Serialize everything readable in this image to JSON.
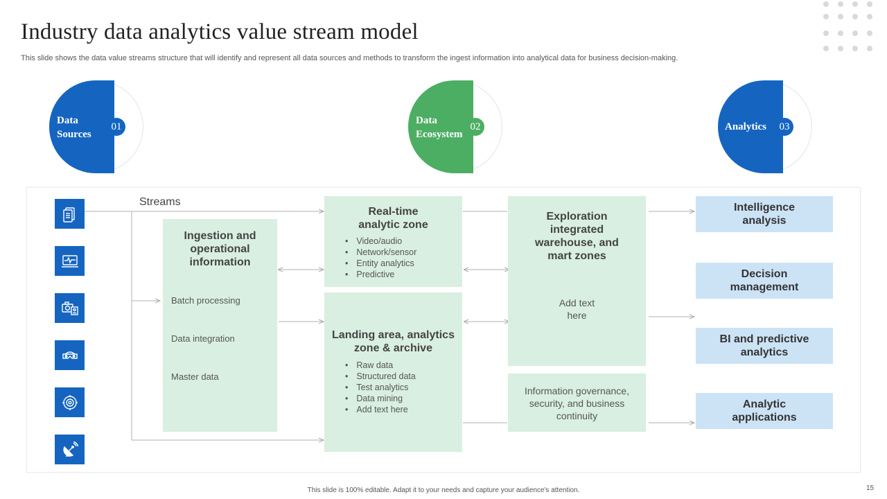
{
  "slide": {
    "title": "Industry data analytics value stream model",
    "subtitle": "This slide shows the data value streams structure that will identify and represent all data sources and methods to transform the ingest information into analytical data for business decision-making.",
    "footer": "This slide is 100% editable. Adapt it to your needs and capture your audience's attention.",
    "page_number": "15"
  },
  "stages": [
    {
      "label_line1": "Data",
      "label_line2": "Sources",
      "number": "01",
      "color": "#1565c0"
    },
    {
      "label_line1": "Data",
      "label_line2": "Ecosystem",
      "number": "02",
      "color": "#4cae63"
    },
    {
      "label_line1": "Analytics",
      "label_line2": "",
      "number": "03",
      "color": "#1565c0"
    }
  ],
  "source_icons": [
    "document-icon",
    "monitor-pulse-icon",
    "camera-id-icon",
    "vr-headset-icon",
    "gear-cog-icon",
    "satellite-dish-icon"
  ],
  "streams_label": "Streams",
  "ingestion": {
    "title": "Ingestion and operational information",
    "items": [
      "Batch processing",
      "Data integration",
      "Master data"
    ]
  },
  "realtime": {
    "title": "Real-time analytic zone",
    "bullets": [
      "Video/audio",
      "Network/sensor",
      "Entity analytics",
      "Predictive"
    ]
  },
  "landing": {
    "title": "Landing area, analytics zone & archive",
    "bullets": [
      "Raw data",
      "Structured data",
      "Test analytics",
      "Data mining",
      "Add text here"
    ]
  },
  "exploration": {
    "title": "Exploration integrated warehouse, and mart zones",
    "text": "Add text here"
  },
  "governance": {
    "text": "Information governance, security, and business continuity"
  },
  "outputs": [
    "Intelligence analysis",
    "Decision management",
    "BI and predictive analytics",
    "Analytic applications"
  ],
  "colors": {
    "blue": "#1565c0",
    "green": "#4cae63",
    "green_box": "#d9efe1",
    "blue_box": "#cce3f6"
  }
}
